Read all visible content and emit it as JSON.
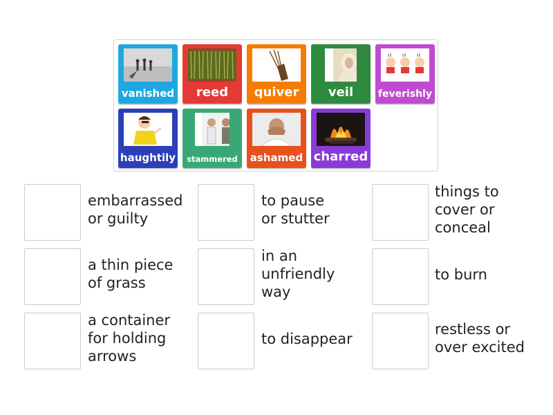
{
  "tiles": [
    {
      "word": "vanished",
      "color": "#1ea7e1",
      "icon": "walking-people-image"
    },
    {
      "word": "reed",
      "color": "#e53935",
      "icon": "reed-grass-image"
    },
    {
      "word": "quiver",
      "color": "#f57c00",
      "icon": "arrow-quiver-image"
    },
    {
      "word": "veil",
      "color": "#2e8b3e",
      "icon": "veiled-woman-image"
    },
    {
      "word": "feverishly",
      "color": "#c04bd1",
      "icon": "cartoon-kids-image"
    },
    {
      "word": "haughtily",
      "color": "#2c3fb8",
      "icon": "cartoon-man-image"
    },
    {
      "word": "stammered",
      "color": "#3aa876",
      "icon": "two-men-talking-image"
    },
    {
      "word": "ashamed",
      "color": "#e8501e",
      "icon": "ashamed-man-image"
    },
    {
      "word": "charred",
      "color": "#8a3bd6",
      "icon": "fireplace-logs-image"
    }
  ],
  "definitions": [
    "embarrassed\nor guilty",
    "to pause\nor stutter",
    "things to\ncover or\nconceal",
    "a thin piece\nof grass",
    "in an\nunfriendly\nway",
    "to burn",
    "a container\nfor holding\narrows",
    "to disappear",
    "restless or\nover excited"
  ]
}
